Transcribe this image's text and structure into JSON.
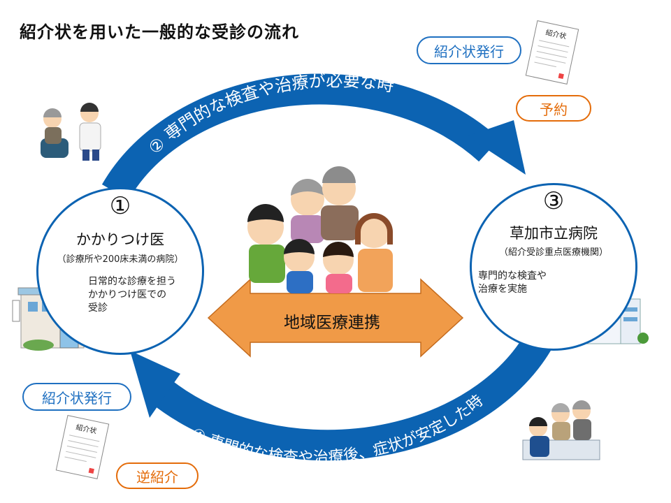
{
  "title": "紹介状を用いた一般的な受診の流れ",
  "arcs": {
    "top": "② 専門的な検査や治療が必要な時",
    "bottom": "④ 専門的な検査や治療後、症状が安定した時"
  },
  "clinic": {
    "number": "①",
    "name": "かかりつけ医",
    "sub": "（診療所や200床未満の病院）",
    "desc": [
      "日常的な診療を担う",
      "かかりつけ医での",
      "受診"
    ]
  },
  "hospital": {
    "number": "③",
    "name": "草加市立病院",
    "sub": "（紹介受診重点医療機関）",
    "desc": [
      "専門的な検査や",
      "治療を実施"
    ]
  },
  "center": {
    "label": "地域医療連携"
  },
  "badges": {
    "referral_top": "紹介状発行",
    "reservation": "予約",
    "referral_bottom": "紹介状発行",
    "reverse_referral": "逆紹介"
  },
  "documents": {
    "heading": "紹介状"
  },
  "colors": {
    "arc": "#0c63b2",
    "arrow": "#f09a47",
    "pill_blue": "#1f70c1",
    "pill_orange": "#e46c0a"
  }
}
